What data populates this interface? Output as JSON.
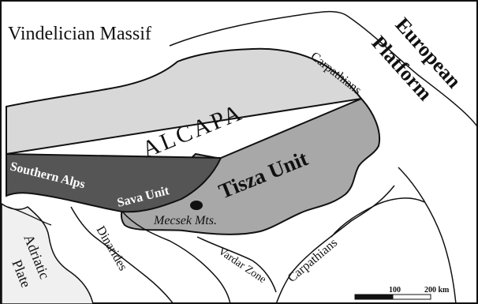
{
  "labels": {
    "vindelician_massif": "Vindelician Massif",
    "european_platform_line1": "European",
    "european_platform_line2": "Platform",
    "carpathians_north": "Carpathians",
    "carpathians_east": "Carpathians",
    "alcapa": "ALCAPA",
    "tisza_unit": "Tisza Unit",
    "southern_alps": "Southern Alps",
    "sava_unit": "Sava Unit",
    "mecsek_mts": "Mecsek Mts.",
    "adriatic_line1": "Adriatic",
    "adriatic_line2": "Plate",
    "dinarides": "Dinarides",
    "vardar_zone": "Vardar Zone"
  },
  "scale_bar": {
    "label_100": "100",
    "label_200": "200 km"
  },
  "colors": {
    "alcapa_fill": "#d8d8d8",
    "tisza_fill": "#a8a8a8",
    "sava_fill": "#555555",
    "adriatic_fill": "#f0f0f0",
    "outline": "#111111"
  }
}
